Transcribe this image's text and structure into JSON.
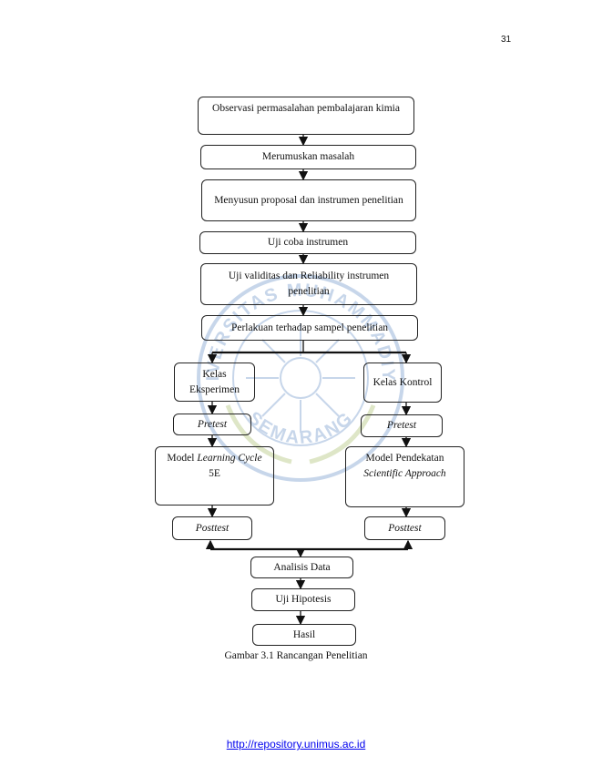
{
  "page": {
    "number": "31"
  },
  "flow": {
    "observasi": "Observasi permasalahan pembalajaran kimia",
    "merumuskan": "Merumuskan masalah",
    "menyusun": "Menyusun proposal dan instrumen penelitian",
    "uji_coba": "Uji coba instrumen",
    "uji_validitas": "Uji validitas dan Reliability instrumen penelitian",
    "perlakuan": "Perlakuan terhadap sampel penelitian",
    "kelas_eksperimen": "Kelas Eksperimen",
    "kelas_kontrol": "Kelas Kontrol",
    "pretest_left": "Pretest",
    "pretest_right": "Pretest",
    "model_left_prefix": "Model",
    "model_left_italic": "Learning Cycle",
    "model_left_suffix": "5E",
    "model_right_prefix": "Model Pendekatan",
    "model_right_italic": "Scientific Approach",
    "posttest_left": "Posttest",
    "posttest_right": "Posttest",
    "analisis": "Analisis Data",
    "uji_hipotesis": "Uji Hipotesis",
    "hasil": "Hasil"
  },
  "caption": "Gambar 3.1 Rancangan Penelitian",
  "footer": {
    "url": "http://repository.unimus.ac.id"
  },
  "watermark": {
    "icon": "university-seal-icon",
    "text_top": "UNIVERSITAS MUHAMMADIYAH",
    "text_bottom": "SEMARANG",
    "color": "#3a6fb5"
  }
}
